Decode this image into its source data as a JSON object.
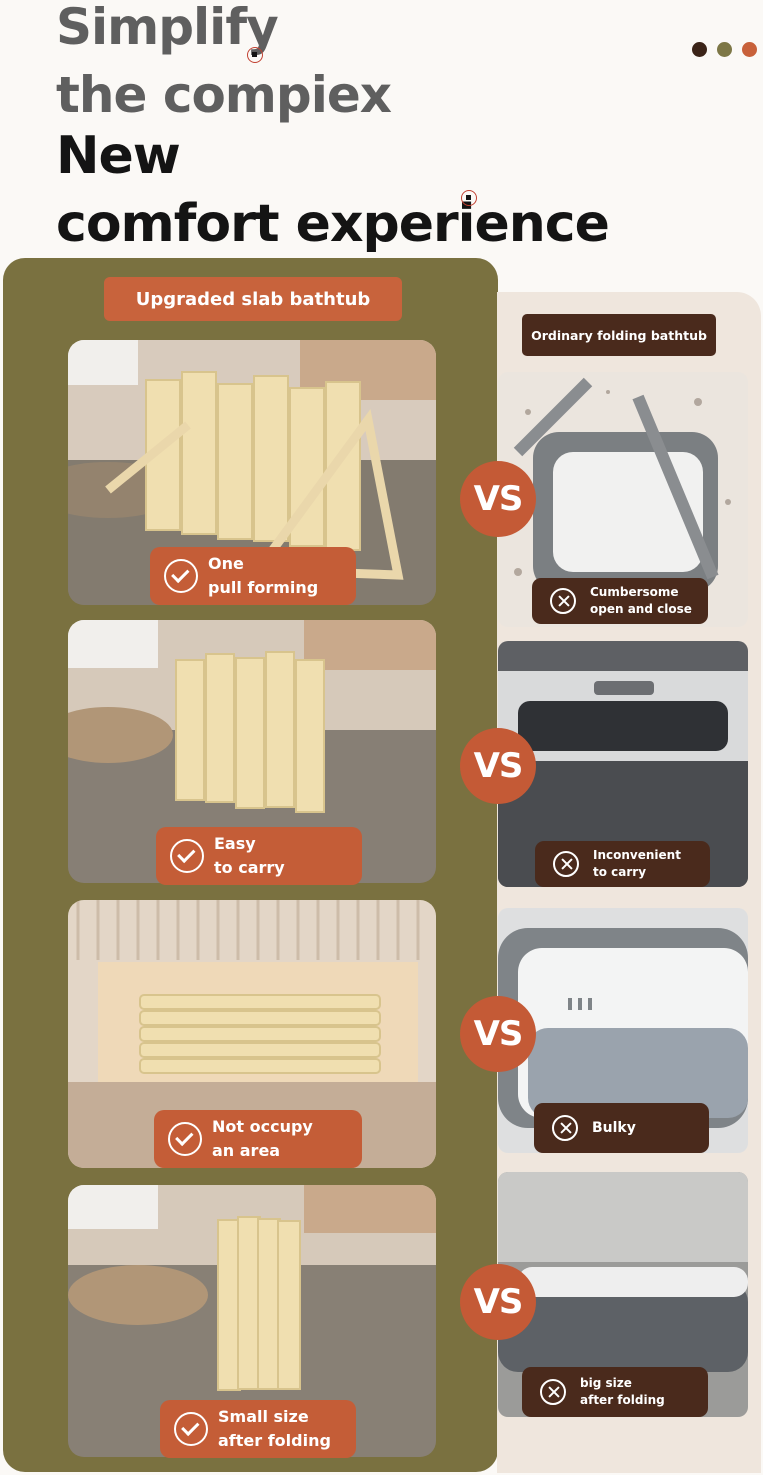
{
  "headline": {
    "line1": "Simplify",
    "line2": "the compiex",
    "line3": "New",
    "line4": "comfort experience"
  },
  "colors": {
    "olive": "#7a7140",
    "orange": "#c45d37",
    "dark_brown": "#4a2a1c",
    "cream": "#efe6dd",
    "swatch1": "#3b2418",
    "swatch2": "#7d7746",
    "swatch3": "#c8613a"
  },
  "left_label": "Upgraded slab bathtub",
  "right_label": "Ordinary folding bathtub",
  "vs_label": "VS",
  "comparisons": [
    {
      "good_line1": "One",
      "good_line2": "pull forming",
      "bad_line1": "Cumbersome",
      "bad_line2": "open and close"
    },
    {
      "good_line1": "Easy",
      "good_line2": "to carry",
      "bad_line1": "Inconvenient",
      "bad_line2": "to carry"
    },
    {
      "good_line1": "Not occupy",
      "good_line2": "an area",
      "bad_line1": "Bulky",
      "bad_line2": ""
    },
    {
      "good_line1": "Small size",
      "good_line2": "after folding",
      "bad_line1": "big size",
      "bad_line2": "after folding"
    }
  ],
  "icons": {
    "good": "check-circle-icon",
    "bad": "x-circle-icon"
  }
}
